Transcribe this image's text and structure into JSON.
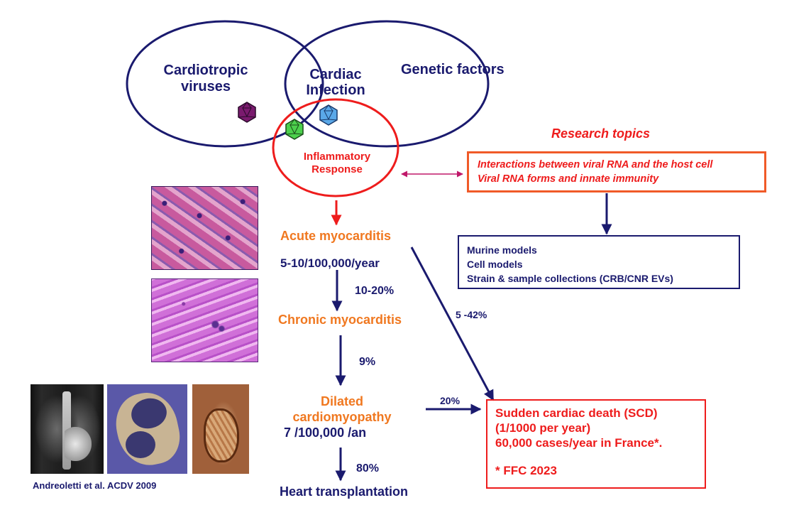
{
  "venn": {
    "left_label_line1": "Cardiotropic",
    "left_label_line2": "viruses",
    "middle_label_line1": "Cardiac",
    "middle_label_line2": "Infection",
    "right_label": "Genetic factors",
    "inflammation_line1": "Inflammatory",
    "inflammation_line2": "Response"
  },
  "research": {
    "title": "Research topics",
    "line1": "Interactions between viral RNA and the host cell",
    "line2": "Viral RNA forms and innate immunity",
    "models": [
      "Murine models",
      "Cell models",
      "Strain & sample collections (CRB/CNR EVs)"
    ]
  },
  "flow": {
    "acute": "Acute myocarditis",
    "acute_rate": "5-10/100,000/year",
    "acute_to_chronic": "10-20%",
    "chronic": "Chronic myocarditis",
    "chronic_to_dcm": "9%",
    "dcm_line1": "Dilated",
    "dcm_line2": "cardiomyopathy",
    "dcm_rate": "7 /100,000 /an",
    "dcm_to_transplant": "80%",
    "transplant": "Heart transplantation",
    "acute_to_scd": "5 -42%",
    "dcm_to_scd": "20%"
  },
  "scd": {
    "line1": "Sudden cardiac death (SCD)",
    "line2": "(1/1000 per year)",
    "line3": "60,000 cases/year in France*.",
    "footnote": "* FFC 2023"
  },
  "citation": "Andreoletti  et al. ACDV 2009",
  "colors": {
    "navy": "#1a1a6e",
    "red": "#ee1c1c",
    "orange": "#f07820",
    "magenta": "#c0186a"
  }
}
